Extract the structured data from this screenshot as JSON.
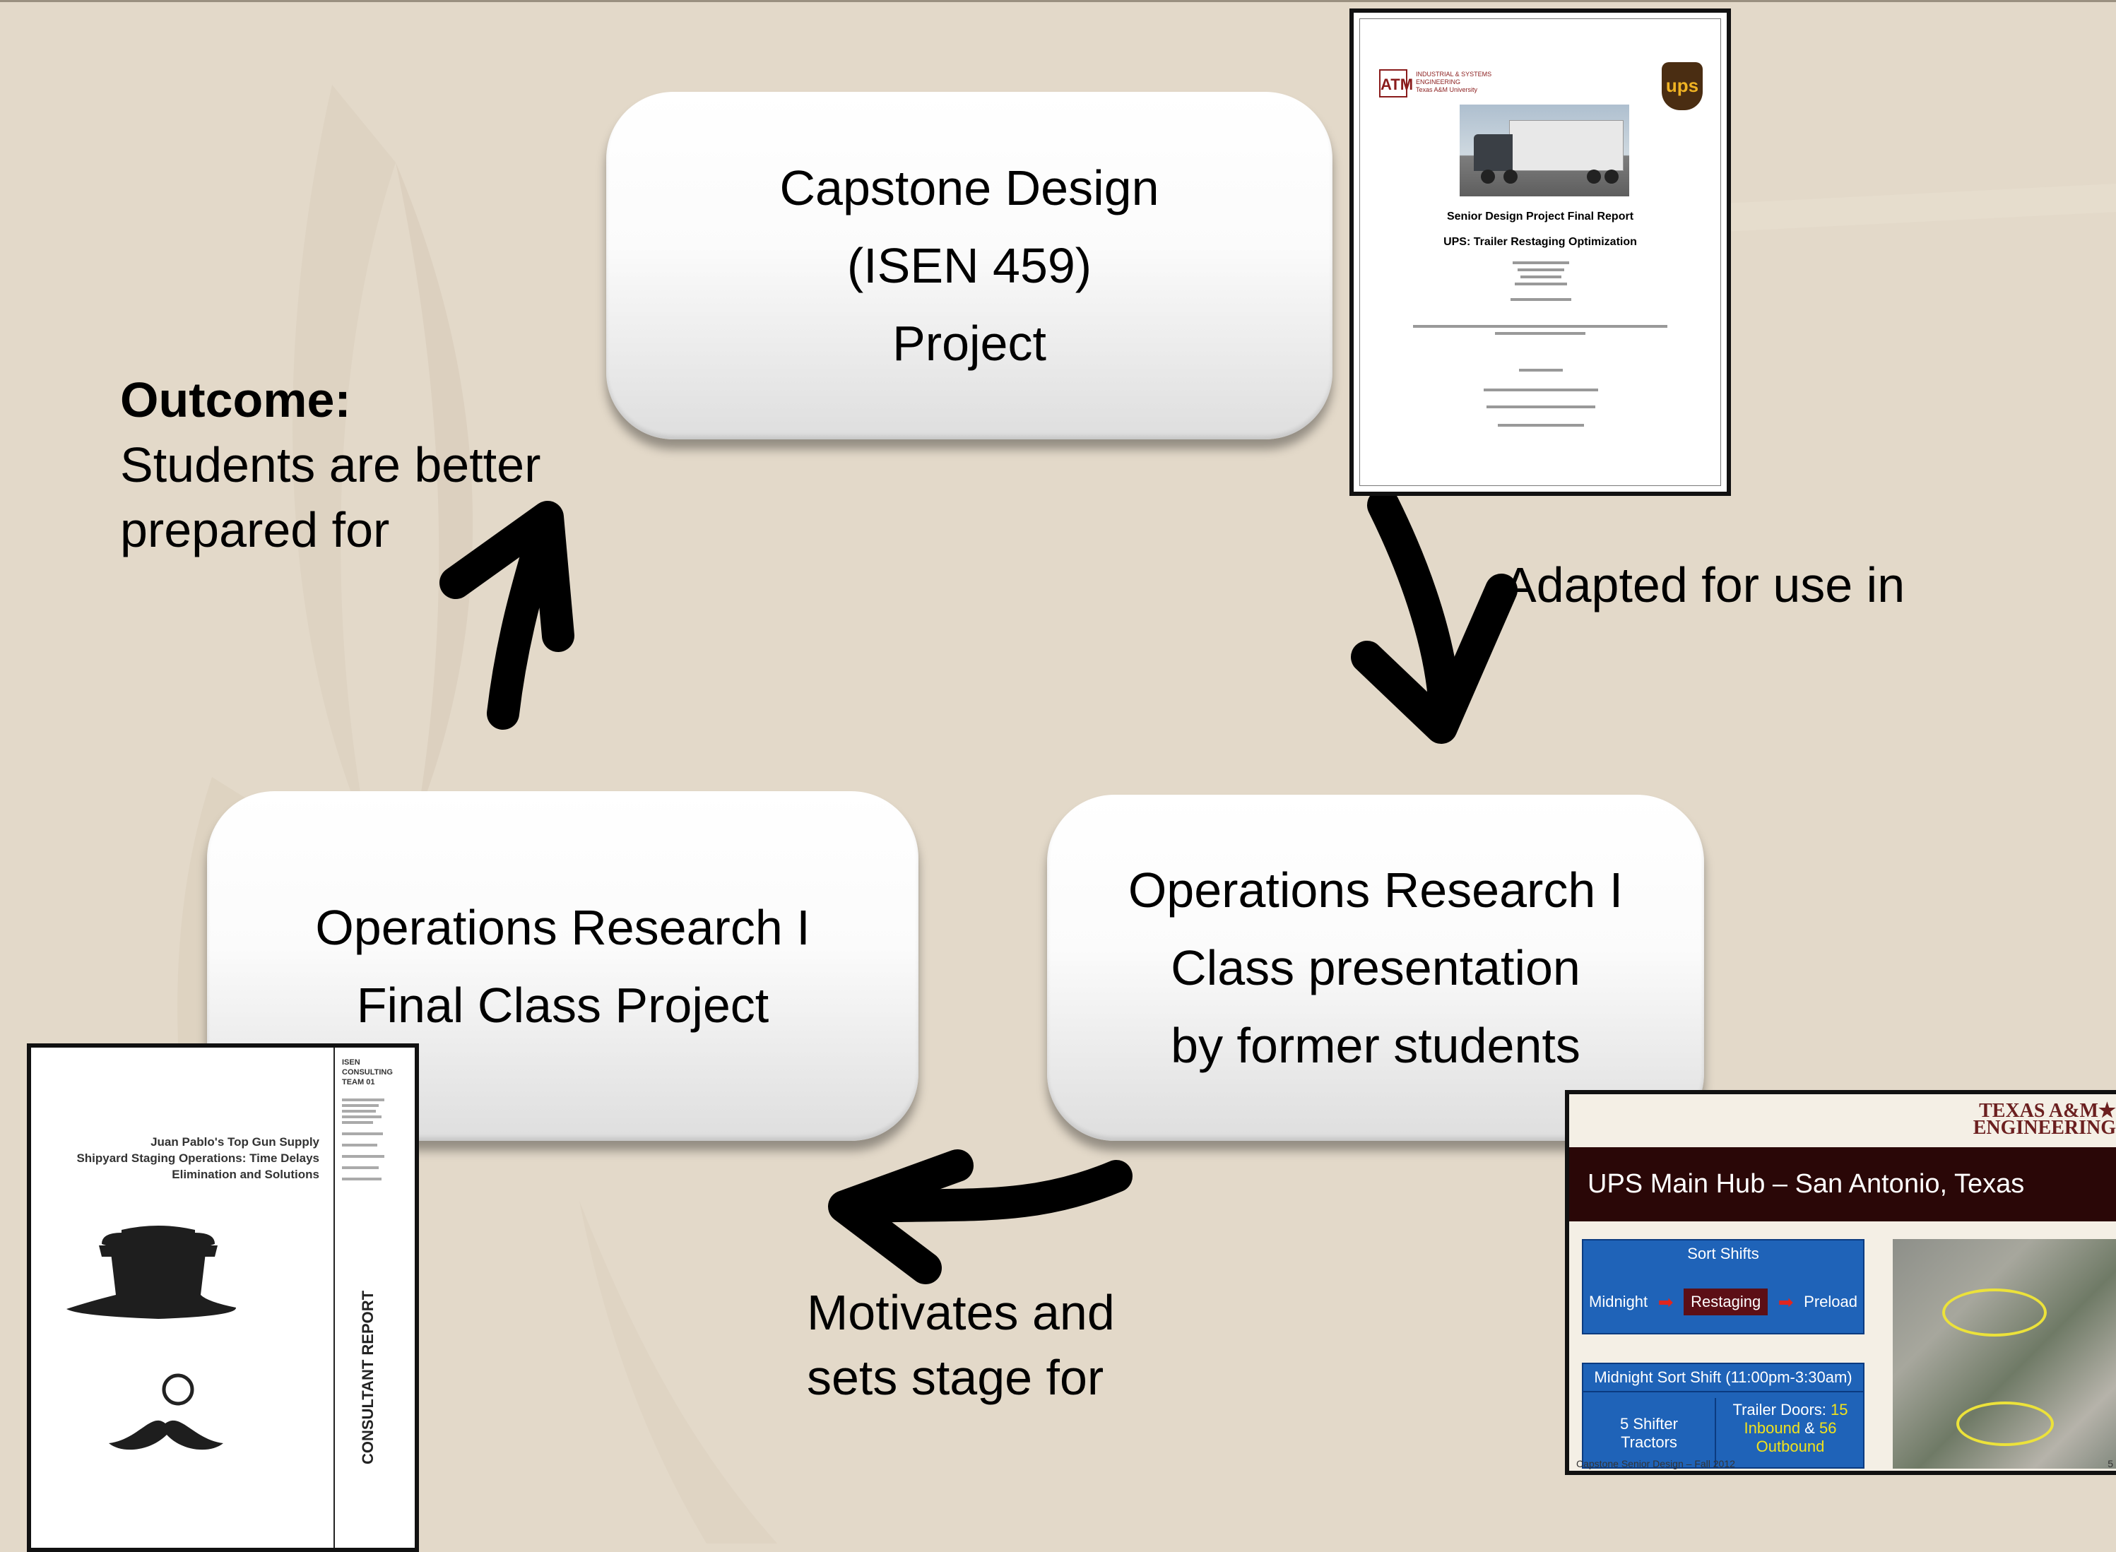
{
  "nodes": {
    "capstone": {
      "lines": [
        "Capstone Design",
        "(ISEN 459)",
        "Project"
      ]
    },
    "final_project": {
      "lines": [
        "Operations Research I",
        "Final Class Project"
      ]
    },
    "presentation": {
      "lines": [
        "Operations Research I",
        "Class presentation",
        "by former students"
      ]
    }
  },
  "outcome": {
    "heading": "Outcome:",
    "lines": [
      "Students are better",
      "prepared for"
    ]
  },
  "edges": {
    "adapted": "Adapted for use in",
    "motivates": {
      "lines": [
        "Motivates and",
        "sets stage for"
      ]
    }
  },
  "report_top": {
    "logo": "ATM",
    "department": [
      "INDUSTRIAL & SYSTEMS",
      "ENGINEERING",
      "Texas A&M University"
    ],
    "brand": "ups",
    "title": "Senior Design Project Final Report",
    "subtitle": "UPS: Trailer Restaging Optimization"
  },
  "report_bottom": {
    "title_lines": [
      "Juan Pablo's Top Gun Supply",
      "Shipyard Staging Operations: Time Delays",
      "Elimination and Solutions"
    ],
    "team": [
      "ISEN",
      "CONSULTING",
      "TEAM 01"
    ],
    "vertical_title": "CONSULTANT REPORT"
  },
  "slide": {
    "brand_lines": [
      "TEXAS A&M★",
      "ENGINEERING"
    ],
    "title": "UPS Main Hub – San Antonio, Texas",
    "sort_header": "Sort Shifts",
    "flow": [
      "Midnight",
      "Restaging",
      "Preload"
    ],
    "shift_header": "Midnight Sort Shift (11:00pm-3:30am)",
    "tractors": [
      "5 Shifter",
      "Tractors"
    ],
    "doors": {
      "prefix": "Trailer Doors: ",
      "inbound_count": "15",
      "inbound_label": "Inbound",
      "amp": " & ",
      "outbound_count": "56",
      "outbound_label": "Outbound"
    },
    "footer": "Capstone Senior Design – Fall 2012",
    "page": "5"
  }
}
